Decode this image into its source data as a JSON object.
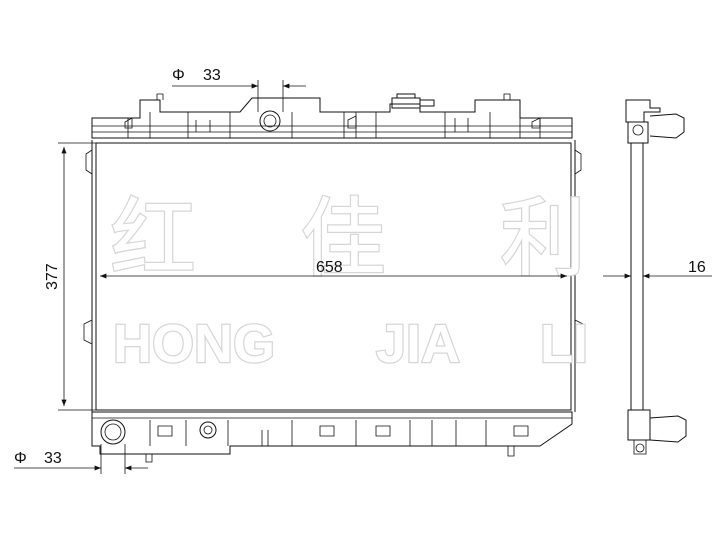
{
  "dimensions": {
    "top_pipe_diameter": "33",
    "bottom_pipe_diameter": "33",
    "phi_symbol": "Φ",
    "core_height": "377",
    "core_width": "658",
    "core_thickness": "16"
  },
  "watermark": {
    "chinese": [
      "红",
      "佳",
      "利"
    ],
    "english": [
      "HONG",
      "JIA",
      "LI"
    ]
  },
  "colors": {
    "line": "#111111",
    "watermark_stroke": "#d6d6d6"
  }
}
